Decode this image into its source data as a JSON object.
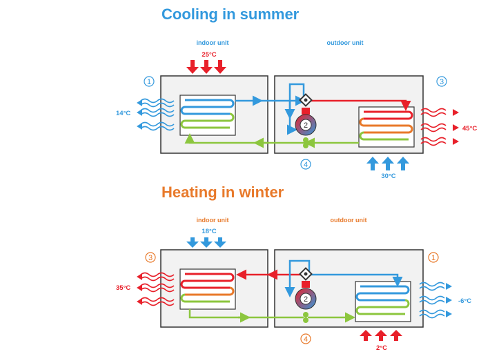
{
  "colors": {
    "blue": "#3399dd",
    "red": "#e8202a",
    "orange": "#e8792a",
    "green": "#8cc63e",
    "frame": "#333333",
    "panel": "#f2f2f2"
  },
  "cooling": {
    "title": "Cooling in summer",
    "indoor_label": "indoor unit",
    "outdoor_label": "outdoor unit",
    "indoor_air_temp": "25°C",
    "outlet_temp_left": "14°C",
    "outlet_temp_right": "45°C",
    "outdoor_air_temp": "30°C",
    "marker_1": "1",
    "marker_2": "2",
    "marker_3": "3",
    "marker_4": "4"
  },
  "heating": {
    "title": "Heating in winter",
    "indoor_label": "indoor unit",
    "outdoor_label": "outdoor unit",
    "indoor_air_temp": "18°C",
    "outlet_temp_left": "35°C",
    "outlet_temp_right": "-6°C",
    "outdoor_air_temp": "2°C",
    "marker_1": "1",
    "marker_2": "2",
    "marker_3": "3",
    "marker_4": "4"
  }
}
